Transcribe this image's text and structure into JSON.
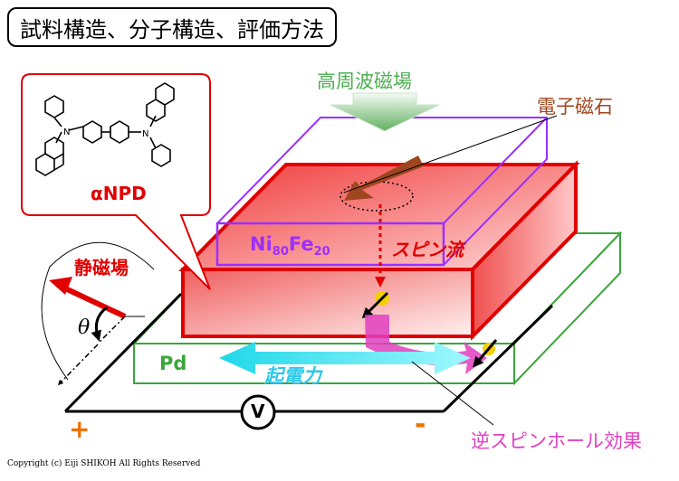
{
  "title": "試料構造、分子構造、評価方法",
  "labels": {
    "rf_field": "高周波磁場",
    "electron_magnet": "電子磁石",
    "molecule": "αNPD",
    "static_field": "静磁場",
    "theta": "θ",
    "nife_base": "Ni",
    "nife_sub1": "80",
    "nife_mid": "Fe",
    "nife_sub2": "20",
    "spin_current": "スピン流",
    "pd": "Pd",
    "emf": "起電力",
    "voltmeter": "V",
    "plus": "+",
    "minus": "-",
    "ishe": "逆スピンホール効果"
  },
  "copyright": "Copyright (c) Eiji SHIKOH All Rights Reserved",
  "colors": {
    "rf_green": "#4caf50",
    "purple": "#9b30ff",
    "red": "#e00000",
    "pd_green": "#3aa63a",
    "brown": "#a0461e",
    "cyan": "#2ee6ee",
    "magenta": "#e040c0",
    "orange": "#f07000",
    "gold": "#f5d000"
  }
}
